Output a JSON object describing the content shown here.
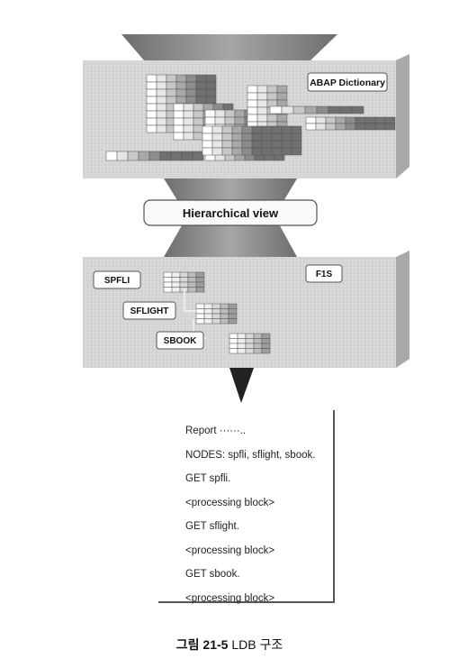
{
  "labels": {
    "abap_dictionary": "ABAP Dictionary",
    "hierarchical_view": "Hierarchical view",
    "spfli": "SPFLI",
    "sflight": "SFLIGHT",
    "sbook": "SBOOK",
    "f1s": "F1S"
  },
  "code": {
    "lines": [
      "Report ······..",
      "NODES: spfli, sflight, sbook.",
      "GET spfli.",
      "<processing block>",
      "GET sflight.",
      "<processing block>",
      "GET sbook.",
      "<processing block>"
    ]
  },
  "caption": {
    "figure_label": "그림 21-5",
    "title": "LDB 구조"
  },
  "colors": {
    "panel": "#d8d8d8",
    "funnel": "#8a8a8a",
    "arrow": "#222222"
  }
}
